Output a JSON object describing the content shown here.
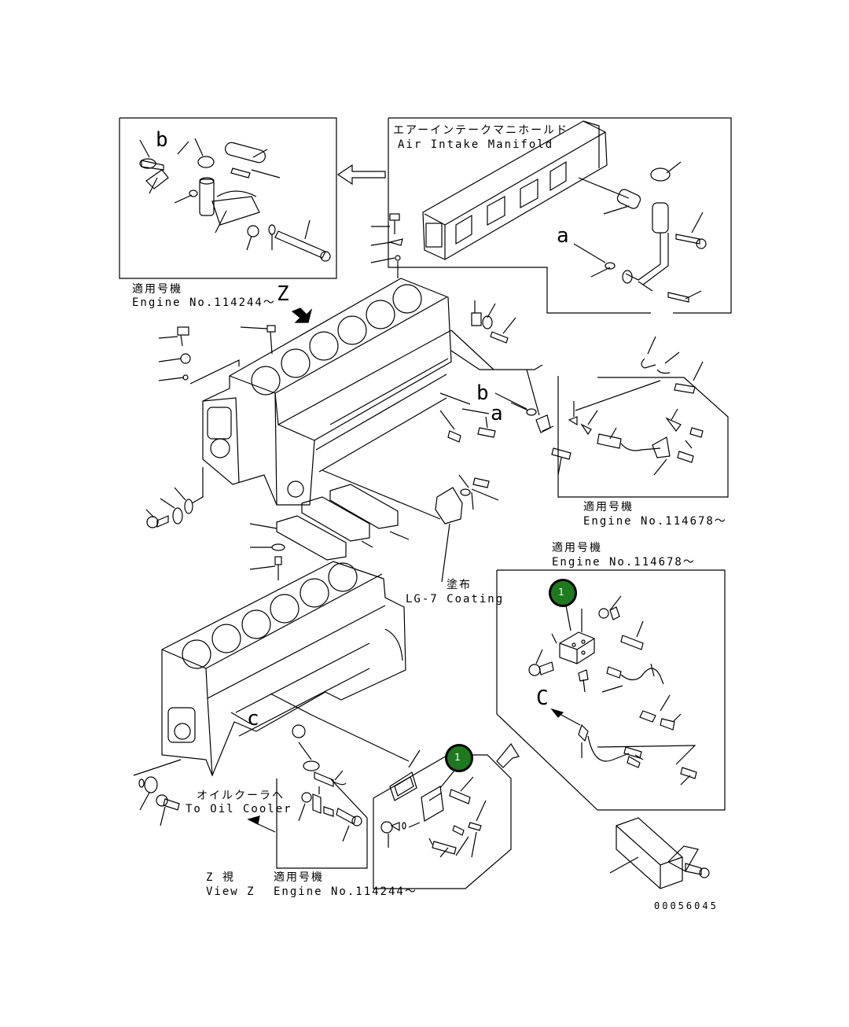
{
  "labels": {
    "air_intake_jp": "エアーインテークマニホールド",
    "air_intake_en": "Air Intake Manifold",
    "applicable_jp_1": "適用号機",
    "engine_no_1": "Engine No.114244〜",
    "z_letter": "Z",
    "applicable_jp_2": "適用号機",
    "engine_no_2": "Engine No.114678〜",
    "applicable_jp_3": "適用号機",
    "engine_no_3": "Engine No.114678〜",
    "coating_jp": "塗布",
    "coating_en": "LG-7 Coating",
    "oil_cooler_jp": "オイルクーラヘ",
    "oil_cooler_en": "To Oil Cooler",
    "view_z_jp": "Z 視",
    "view_z_en": "View Z",
    "applicable_jp_4": "適用号機",
    "engine_no_4": "Engine No.114244〜",
    "drawing_number": "00056045",
    "ref_a_1": "a",
    "ref_a_2": "a",
    "ref_b_1": "b",
    "ref_b_2": "b",
    "ref_c_1": "c",
    "ref_c_2": "C"
  },
  "callouts": [
    {
      "number": "1"
    },
    {
      "number": "1"
    }
  ],
  "colors": {
    "callout_fill": "#1e7a1e",
    "line": "#000000"
  }
}
